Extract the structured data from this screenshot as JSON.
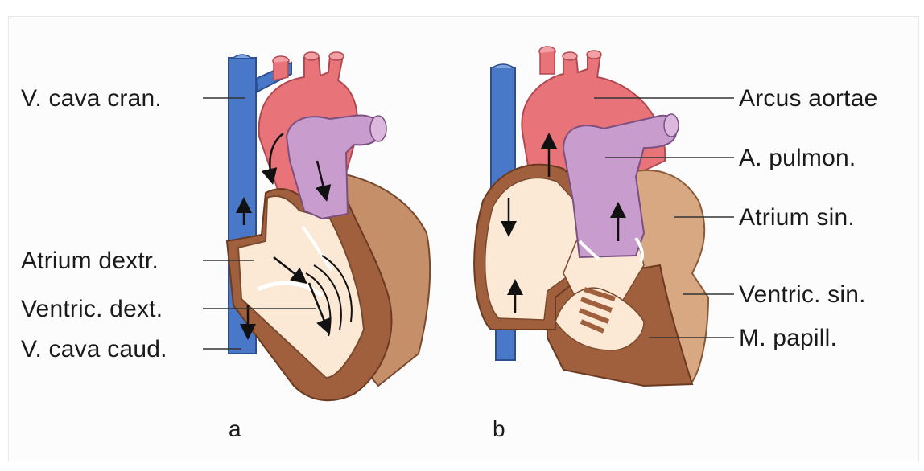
{
  "diagram": {
    "left_labels": {
      "v_cava_cran": "V. cava cran.",
      "atrium_dextr": "Atrium dextr.",
      "ventric_dext": "Ventric. dext.",
      "v_cava_caud": "V. cava caud."
    },
    "right_labels": {
      "arcus_aortae": "Arcus aortae",
      "a_pulmon": "A. pulmon.",
      "atrium_sin": "Atrium sin.",
      "ventric_sin": "Ventric. sin.",
      "m_papill": "M. papill."
    },
    "panels": {
      "a": "a",
      "b": "b"
    },
    "colors": {
      "vena_cava": "#4a78c8",
      "aorta": "#e8747a",
      "pulmonary": "#c89ccc",
      "muscle": "#a0603e",
      "atrium_sin": "#d8a882",
      "chamber": "#fbe9d6"
    }
  }
}
